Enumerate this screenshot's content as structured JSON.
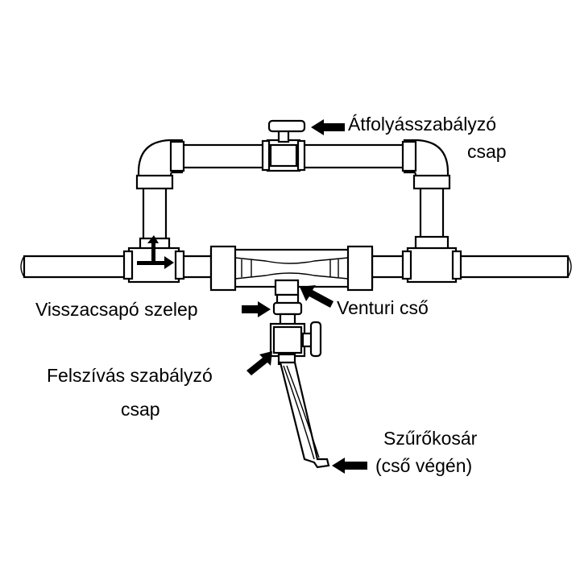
{
  "labels": {
    "bypass_valve": [
      "Átfolyásszabályzó",
      "csap"
    ],
    "check_valve": "Visszacsapó szelep",
    "venturi": "Venturi cső",
    "suction_valve": [
      "Felszívás szabályzó",
      "csap"
    ],
    "strainer": [
      "Szűrőkosár",
      "(cső végén)"
    ]
  },
  "colors": {
    "line": "#000000",
    "background": "#ffffff"
  }
}
